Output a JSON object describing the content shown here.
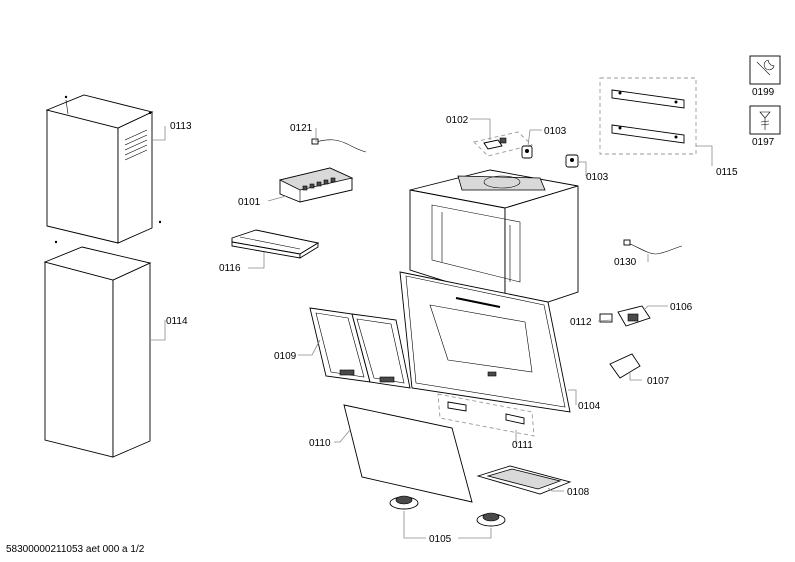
{
  "document": {
    "footer_code": "58300000211053 aet 000 a 1/2"
  },
  "legend": {
    "tool_code": "0199",
    "screw_code": "0197"
  },
  "parts": {
    "p0101": "0101",
    "p0102": "0102",
    "p0103a": "0103",
    "p0103b": "0103",
    "p0104": "0104",
    "p0105": "0105",
    "p0106": "0106",
    "p0107": "0107",
    "p0108": "0108",
    "p0109": "0109",
    "p0110": "0110",
    "p0111": "0111",
    "p0112": "0112",
    "p0113": "0113",
    "p0114": "0114",
    "p0115": "0115",
    "p0116": "0116",
    "p0121": "0121",
    "p0130": "0130"
  }
}
